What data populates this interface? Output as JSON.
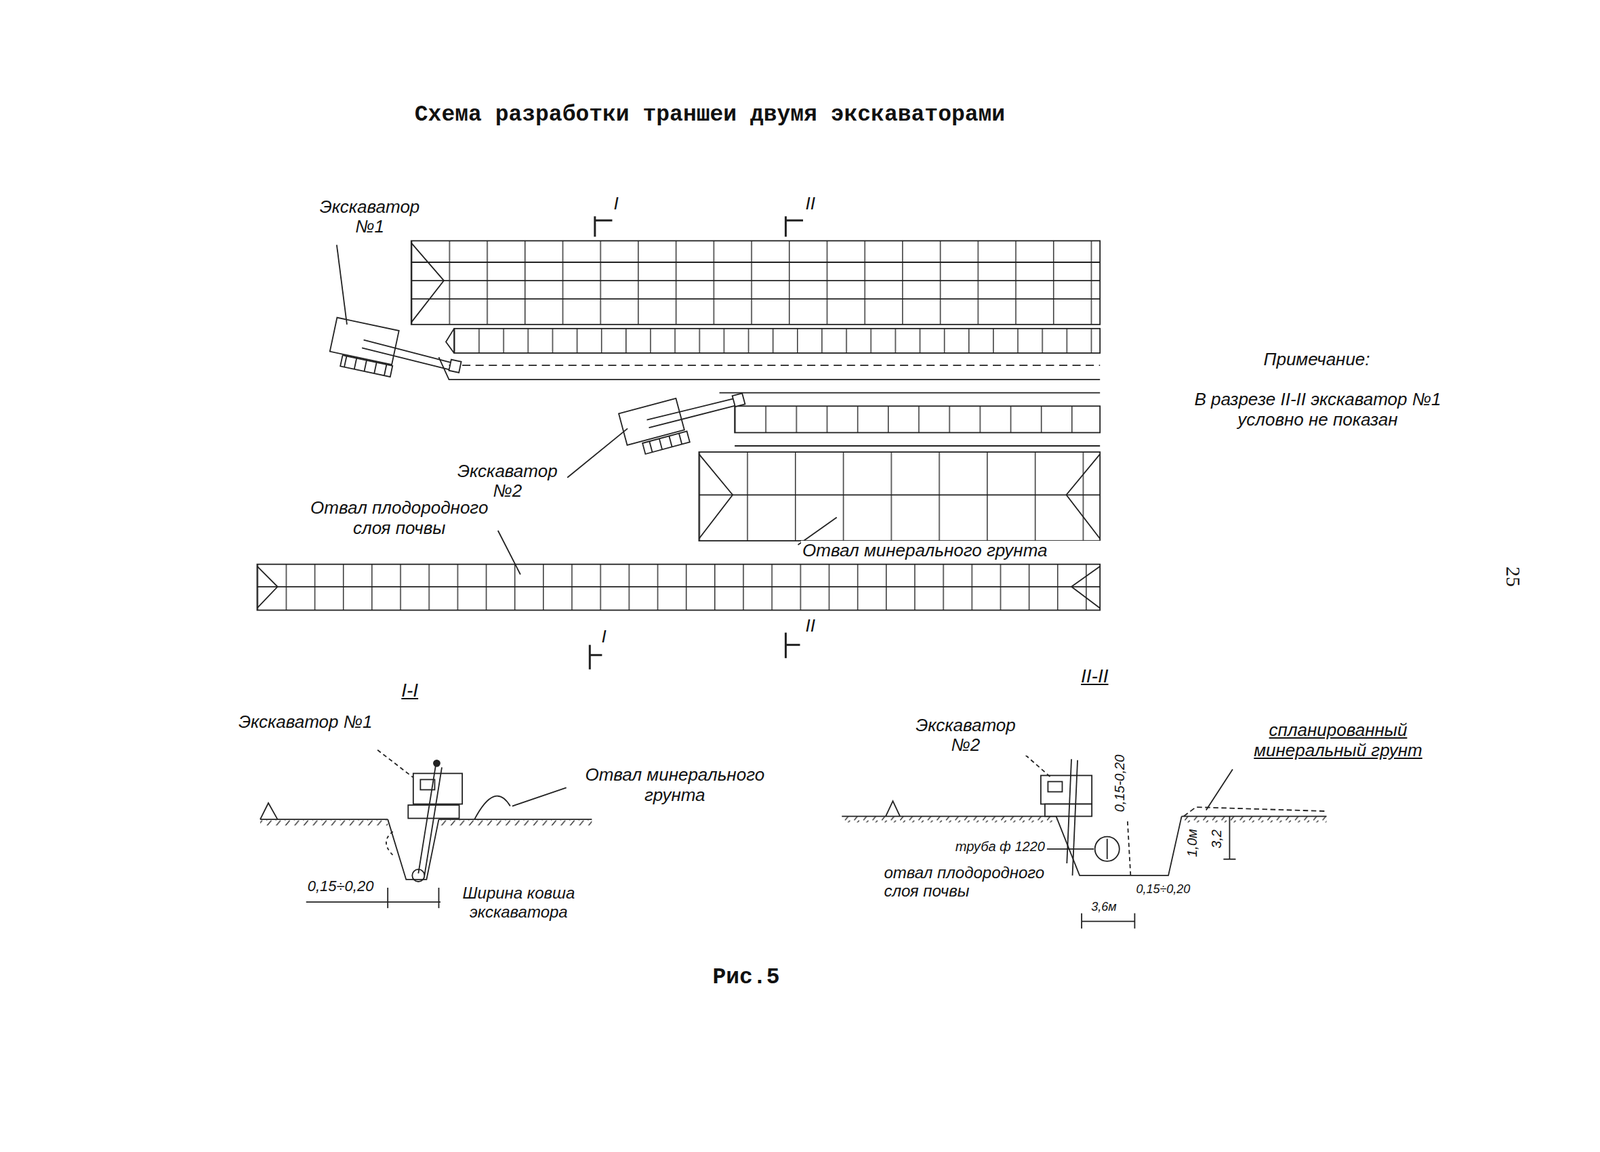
{
  "diagram": {
    "title": "Схема разработки траншеи двумя экскаваторами",
    "caption": "Рис.5",
    "labels": [
      "Экскаватор №1",
      "I",
      "II",
      "Экскаватор №2",
      "Отвал плодородного слоя почвы",
      "Отвал минерального грунта",
      "I",
      "II",
      "Примечание:",
      "В разрезе II-II экскаватор №1 условно не показан",
      "25",
      "I-I",
      "Экскаватор №1",
      "Отвал минерального грунта",
      "0,15÷0,20",
      "Ширина ковша экскаватора",
      "II-II",
      "Экскаватор №2",
      "0,15-0,20",
      "спланированный минеральный грунт",
      "труба ф 1220",
      "отвал плодородного слоя почвы",
      "1,0м",
      "3,2",
      "0,15÷0,20",
      "3,6м"
    ]
  }
}
